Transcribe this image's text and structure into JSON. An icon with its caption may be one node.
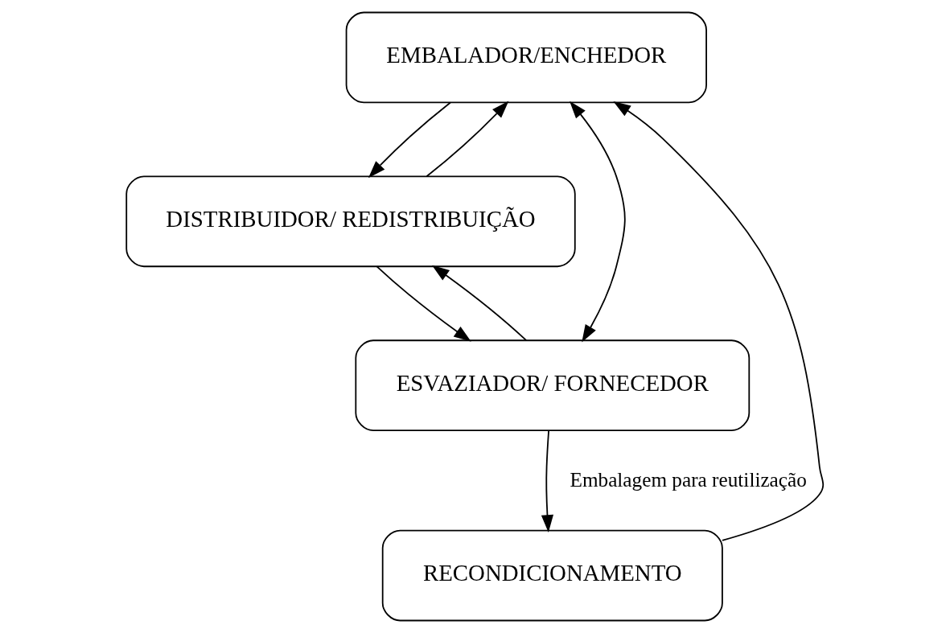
{
  "diagram": {
    "nodes": [
      {
        "text": [
          "EMBALADOR/ENCHEDOR"
        ]
      },
      {
        "text": [
          "DISTRIBUIDOR/ REDISTRIBUIÇÃO"
        ]
      },
      {
        "text": [
          "ESVAZIADOR/ FORNECEDOR"
        ]
      },
      {
        "text": [
          "RECONDICIONAMENTO"
        ]
      }
    ],
    "edges": [
      {
        "from": 0,
        "to": 1,
        "arrow": "to"
      },
      {
        "from": 1,
        "to": 0,
        "arrow": "to"
      },
      {
        "from": 1,
        "to": 2,
        "arrow": "to"
      },
      {
        "from": 2,
        "to": 1,
        "arrow": "to"
      },
      {
        "from": 0,
        "to": 2,
        "arrow": "both"
      },
      {
        "from": 2,
        "to": 3,
        "arrow": "to",
        "label": "Embalagem para reutilização"
      },
      {
        "from": 3,
        "to": 0,
        "arrow": "to"
      }
    ]
  }
}
